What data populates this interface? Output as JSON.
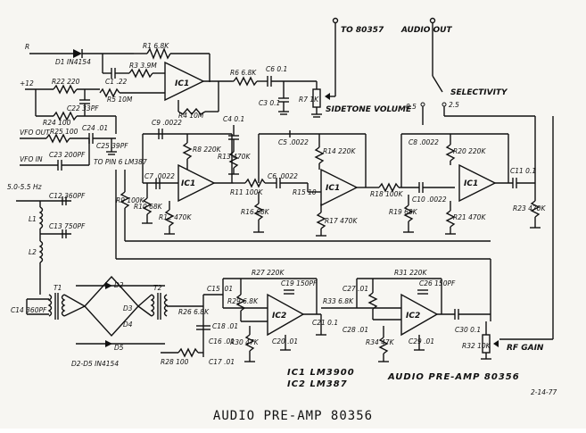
{
  "title": "AUDIO PRE-AMP 80356",
  "caption": "AUDIO PRE-AMP   80356",
  "date": "2-14-77",
  "ic_notes": [
    "IC1  LM3900",
    "IC2  LM387"
  ],
  "labels": {
    "R": "R",
    "plus12": "+12",
    "D1": "D1 IN4154",
    "R1": "R1 6.8K",
    "R3": "R3 3.9M",
    "R4": "R4 10M",
    "R5": "R5 10M",
    "R22": "R22 220",
    "C22": "C22 33PF",
    "R24": "R24 100",
    "C1": "C1 .22",
    "IC1a": "IC1",
    "R6": "R6 6.8K",
    "C6": "C6 0.1",
    "C3": "C3 0.1",
    "R7": "R7 1K",
    "sidetone": "SIDETONE VOLUME",
    "to80357": "TO 80357",
    "audio_out": "AUDIO OUT",
    "selectivity": "SELECTIVITY",
    "sw_a": "0.5",
    "sw_b": "2.5",
    "vfo_out": "VFO OUT",
    "vfo_in": "VFO IN",
    "R25": "R25 100",
    "C23": "C23 200PF",
    "C24": "C24 .01",
    "C25": "C25 39PF",
    "to_pin6": "TO PIN 6 LM387",
    "C9a": "C9 .0022",
    "C7": "C7 .0022",
    "R8": "R8 220K",
    "C4": "C4 0.1",
    "R13": "R13 470K",
    "C5": "C5 .0022",
    "R14": "R14 220K",
    "C8": "C8 .0022",
    "R20": "R20 220K",
    "C11": "C11 0.1",
    "R9": "R9 100K",
    "R10": "R10 68K",
    "R12": "R12 470K",
    "R11": "R11 100K",
    "R16": "R16 68K",
    "C6b": "C6 .0022",
    "R15": "R15 10",
    "R17": "R17 470K",
    "R18": "R18 100K",
    "C10": "C10 .0022",
    "R19": "R19 68K",
    "R21": "R21 470K",
    "R23": "R23 470K",
    "IC1b": "IC1",
    "IC1c": "IC1",
    "freq": "5.0-5.5 Hz",
    "C12": "C12 360PF",
    "C13": "C13 750PF",
    "L1": "L1",
    "L2": "L2",
    "T1": "T1",
    "T2": "T2",
    "D2": "D2",
    "D3": "D3",
    "D4": "D4",
    "D5": "D5",
    "diodes": "D2-D5  IN4154",
    "C14": "C14 360PF",
    "R26": "R26 6.8K",
    "R28": "R28 100",
    "C15": "C15 .01",
    "C16": "C16 .01",
    "C17": "C17 .01",
    "R27": "R27 220K",
    "R29": "R29 6.8K",
    "C18": "C18 .01",
    "R30": "R30 47K",
    "C19": "C19 150PF",
    "IC2a": "IC2",
    "C20": "C20 .01",
    "C21": "C21 0.1",
    "R31": "R31 220K",
    "R33": "R33 6.8K",
    "C26": "C26 150PF",
    "C27": "C27 .01",
    "C28": "C28 .01",
    "R34": "R34 47K",
    "C29": "C29 .01",
    "IC2b": "IC2",
    "C30": "C30 0.1",
    "R32": "R32 10K",
    "rf_gain": "RF GAIN"
  }
}
